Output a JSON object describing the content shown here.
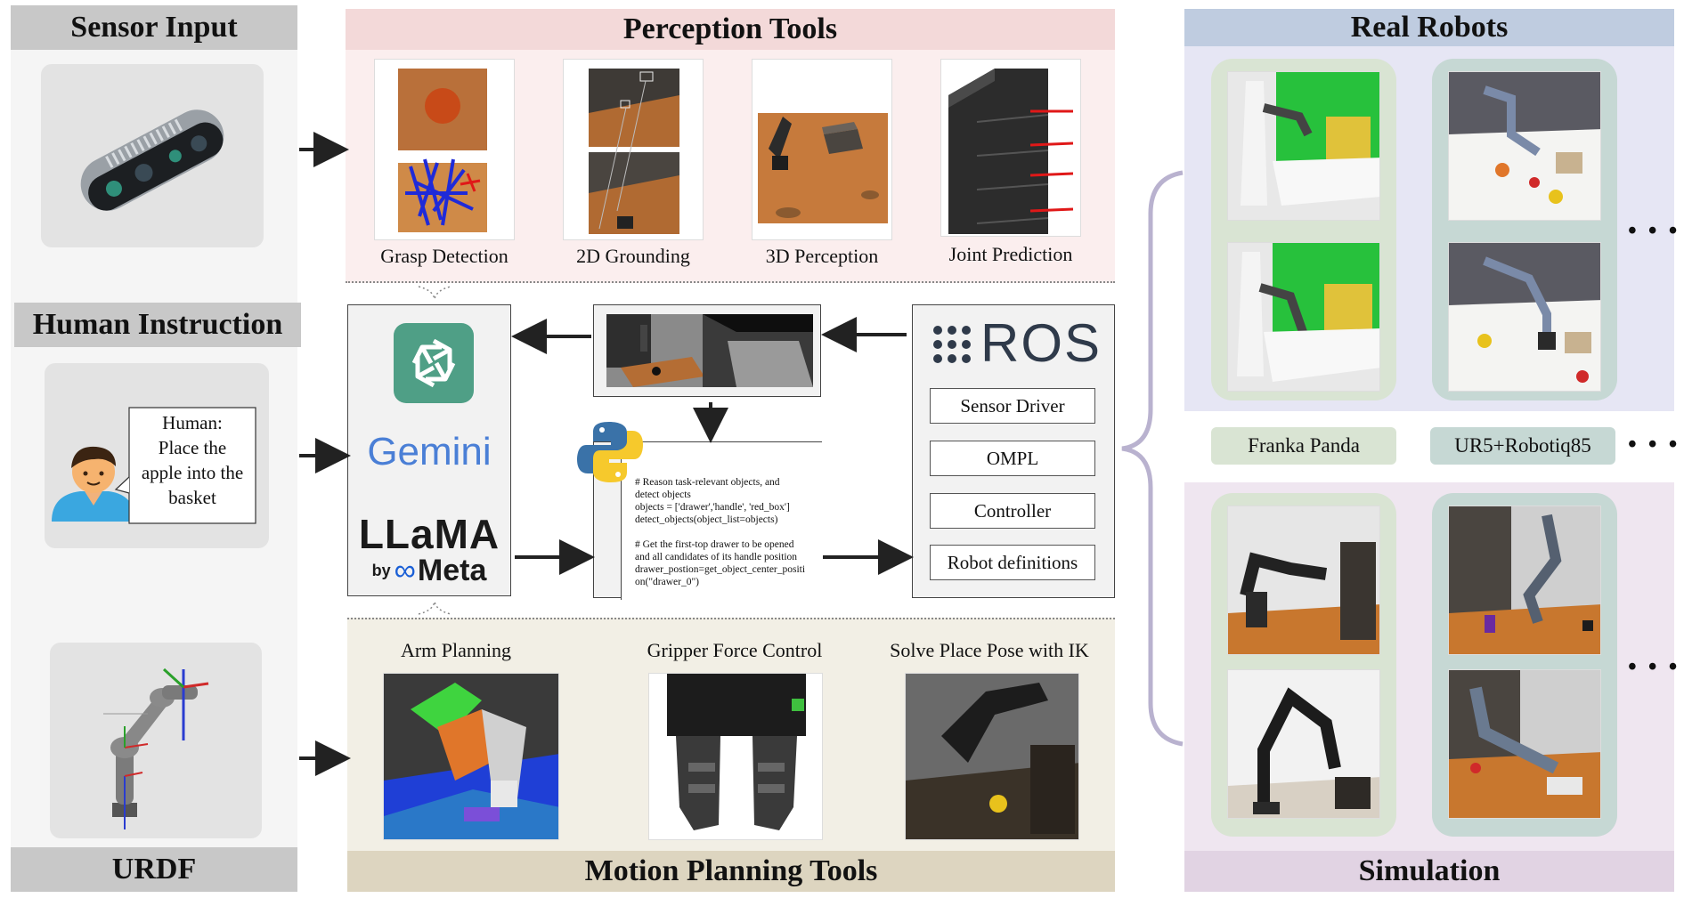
{
  "left": {
    "sensor_input": "Sensor Input",
    "human_instruction": "Human Instruction",
    "speech": [
      "Human:",
      "Place the",
      "apple into the",
      "basket"
    ],
    "urdf": "URDF"
  },
  "perception": {
    "title": "Perception Tools",
    "captions": [
      "Grasp Detection",
      "2D Grounding",
      "3D Perception",
      "Joint Prediction"
    ]
  },
  "llm": {
    "gemini": "Gemini",
    "llama": "LLaMA",
    "meta": "Meta",
    "by": "by"
  },
  "code": {
    "lines": [
      "# Reason task-relevant objects, and",
      "detect objects",
      "objects = ['drawer','handle', 'red_box']",
      "detect_objects(object_list=objects)",
      "",
      "# Get the first-top drawer to be opened",
      "and all candidates of its handle position",
      "drawer_postion=get_object_center_positi",
      "on(\"drawer_0\")"
    ]
  },
  "ros": {
    "logo": "ROS",
    "items": [
      "Sensor Driver",
      "OMPL",
      "Controller",
      "Robot definitions"
    ]
  },
  "motion": {
    "title": "Motion Planning Tools",
    "captions": [
      "Arm Planning",
      "Gripper Force Control",
      "Solve Place Pose with IK"
    ]
  },
  "right": {
    "real_robots": "Real Robots",
    "simulation": "Simulation",
    "robots": [
      "Franka Panda",
      "UR5+Robotiq85"
    ],
    "more": "• • •"
  },
  "colors": {
    "gray_header": "#c8c8c8",
    "perception_bg": "#fbeeee",
    "perception_header": "#f3d9d9",
    "motion_bg": "#f2efe5",
    "motion_header": "#ddd5c0",
    "real_bg": "#e6e6f4",
    "real_header": "#bfcce0",
    "sim_bg": "#efe6f0",
    "sim_header": "#e1d3e3",
    "franka": "#d9e4d3",
    "ur5": "#c6d8d4"
  }
}
